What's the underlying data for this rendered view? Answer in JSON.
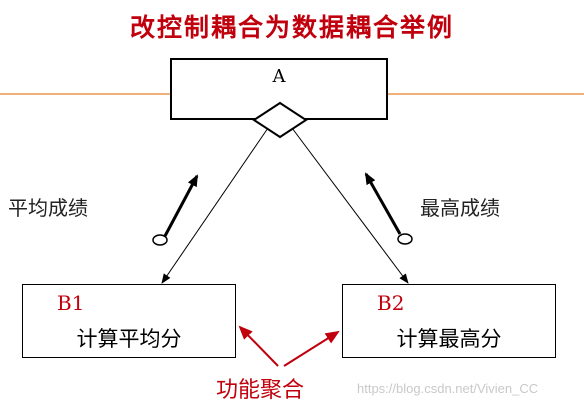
{
  "title": "改控制耦合为数据耦合举例",
  "module_a": {
    "label": "A"
  },
  "module_b1": {
    "id": "B1",
    "name": "计算平均分"
  },
  "module_b2": {
    "id": "B2",
    "name": "计算最高分"
  },
  "couple_left": {
    "label": "平均成绩"
  },
  "couple_right": {
    "label": "最高成绩"
  },
  "bottom_label": "功能聚合",
  "watermark": "https://blog.csdn.net/Vivien_CC",
  "colors": {
    "accent_red": "#c0000c",
    "divider": "#f0b27a",
    "line": "#000000"
  }
}
